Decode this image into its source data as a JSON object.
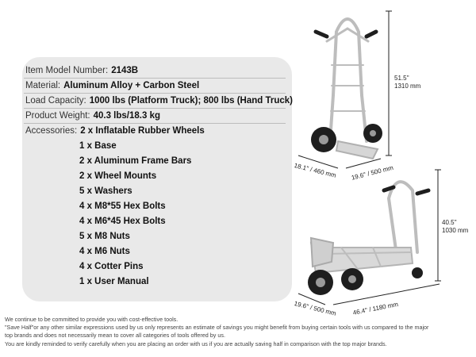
{
  "specs": {
    "model": {
      "label": "Item Model Number:",
      "value": "2143B"
    },
    "material": {
      "label": "Material:",
      "value": "Aluminum Alloy + Carbon Steel"
    },
    "capacity": {
      "label": "Load Capacity:",
      "value": "1000 lbs (Platform Truck); 800 lbs (Hand Truck)"
    },
    "weight": {
      "label": "Product Weight:",
      "value": "40.3 lbs/18.3 kg"
    },
    "accessories": {
      "label": "Accessories:",
      "items": [
        "2 x Inflatable Rubber Wheels",
        "1 x Base",
        "2 x Aluminum Frame Bars",
        "2 x Wheel Mounts",
        "5 x Washers",
        "4 x M8*55 Hex Bolts",
        "4 x M6*45 Hex Bolts",
        "5 x M8 Nuts",
        "4 x M6 Nuts",
        "4 x Cotter Pins",
        "1 x User Manual"
      ]
    }
  },
  "dimensions": {
    "upright_height_in": "51.5''",
    "upright_height_mm": "1310 mm",
    "upright_depth": "18.1'' / 460 mm",
    "upright_width": "19.6'' / 500 mm",
    "platform_height_in": "40.5''",
    "platform_height_mm": "1030 mm",
    "platform_width": "19.6'' / 500 mm",
    "platform_length": "46.4'' / 1180 mm"
  },
  "footnotes": [
    "We continue to be committed to provide you with cost-effective tools.",
    "\"Save Half\"or any other similar expressions used by us only represents an estimate of savings you might benefit from buying certain tools with us compared to the major",
    "top brands and does not necessarily mean to cover all categories of tools offered by us.",
    "You are kindly reminded to verify carefully when you are placing an order with us if you are actually saving half in comparison with the top major brands."
  ],
  "colors": {
    "panel": "#e9e9e9",
    "frame": "#c8c8c8",
    "tire": "#1e1e1e",
    "dim_line": "#222222"
  }
}
